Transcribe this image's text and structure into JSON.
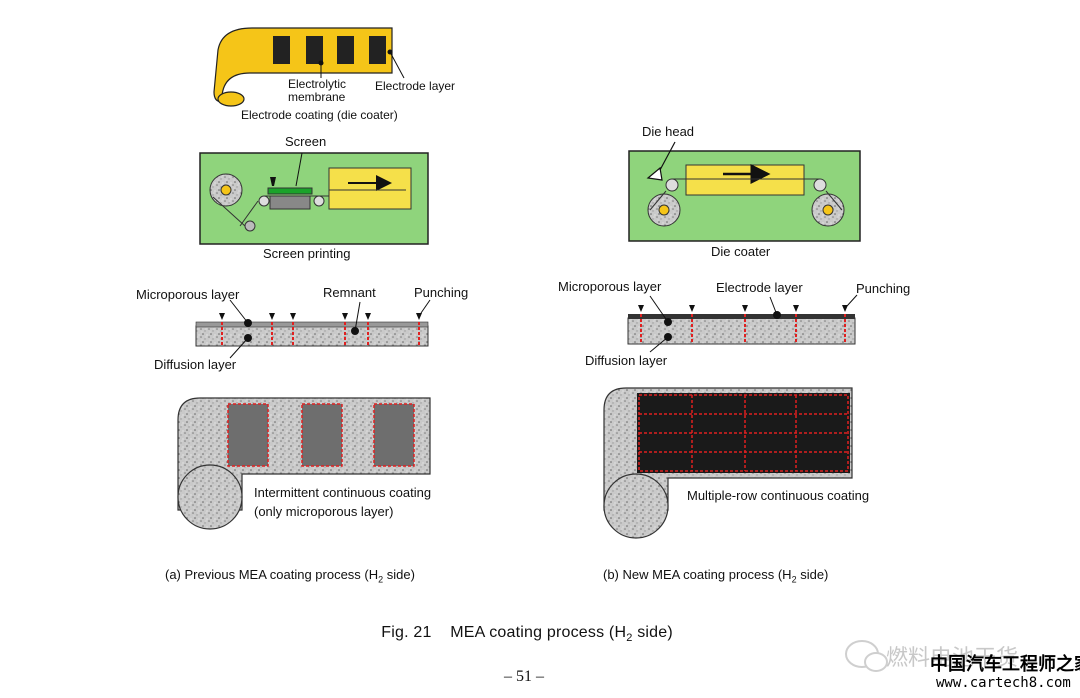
{
  "labels": {
    "electrolytic_membrane": "Electrolytic\nmembrane",
    "electrode_layer_top": "Electrode layer",
    "electrode_coating": "Electrode coating (die coater)",
    "screen": "Screen",
    "screen_printing": "Screen printing",
    "die_head": "Die head",
    "die_coater": "Die coater",
    "microporous_left": "Microporous layer",
    "remnant": "Remnant",
    "punching_left": "Punching",
    "diffusion_left": "Diffusion layer",
    "microporous_right": "Microporous layer",
    "electrode_layer_right": "Electrode layer",
    "punching_right": "Punching",
    "diffusion_right": "Diffusion layer",
    "intermittent_line1": "Intermittent continuous coating",
    "intermittent_line2": "(only microporous layer)",
    "multirow": "Multiple-row continuous coating"
  },
  "captions": {
    "a_prefix": "(a) Previous MEA coating process (H",
    "a_sub": "2",
    "a_suffix": " side)",
    "b_prefix": "(b) New MEA coating process (H",
    "b_sub": "2",
    "b_suffix": " side)"
  },
  "figure": {
    "prefix": "Fig. 21    MEA coating process (H",
    "sub": "2",
    "suffix": " side)"
  },
  "page_number": "– 51 –",
  "watermark": {
    "line1": "燃料电池干货",
    "line2": "中国汽车工程师之家",
    "url": "www.cartech8.com"
  },
  "colors": {
    "yellow": "#f5c518",
    "green": "#8fd47c",
    "red_dash": "#e02020",
    "dark": "#1a1a1a"
  }
}
